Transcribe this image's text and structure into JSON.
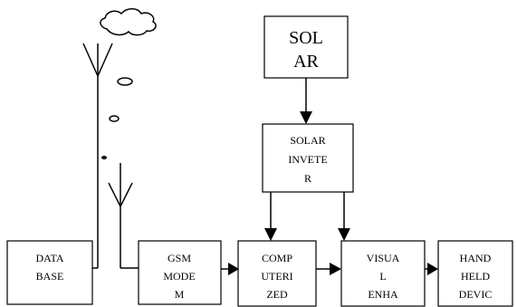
{
  "boxes": {
    "solar": {
      "lines": [
        "SOL",
        "AR"
      ]
    },
    "inverter": {
      "lines": [
        "SOLAR",
        "INVETE",
        "R"
      ]
    },
    "database": {
      "lines": [
        "DATA",
        "BASE"
      ]
    },
    "gsm": {
      "lines": [
        "GSM",
        "MODE",
        "M"
      ]
    },
    "computer": {
      "lines": [
        "COMP",
        "UTERI",
        "ZED"
      ]
    },
    "visual": {
      "lines": [
        "VISUA",
        "L",
        "ENHA"
      ]
    },
    "handheld": {
      "lines": [
        "HAND",
        "HELD",
        "DEVIC"
      ]
    }
  },
  "icons": {
    "cloud": "cloud-icon",
    "antenna": "antenna-icon"
  },
  "colors": {
    "stroke": "#000000",
    "fill": "#ffffff"
  }
}
